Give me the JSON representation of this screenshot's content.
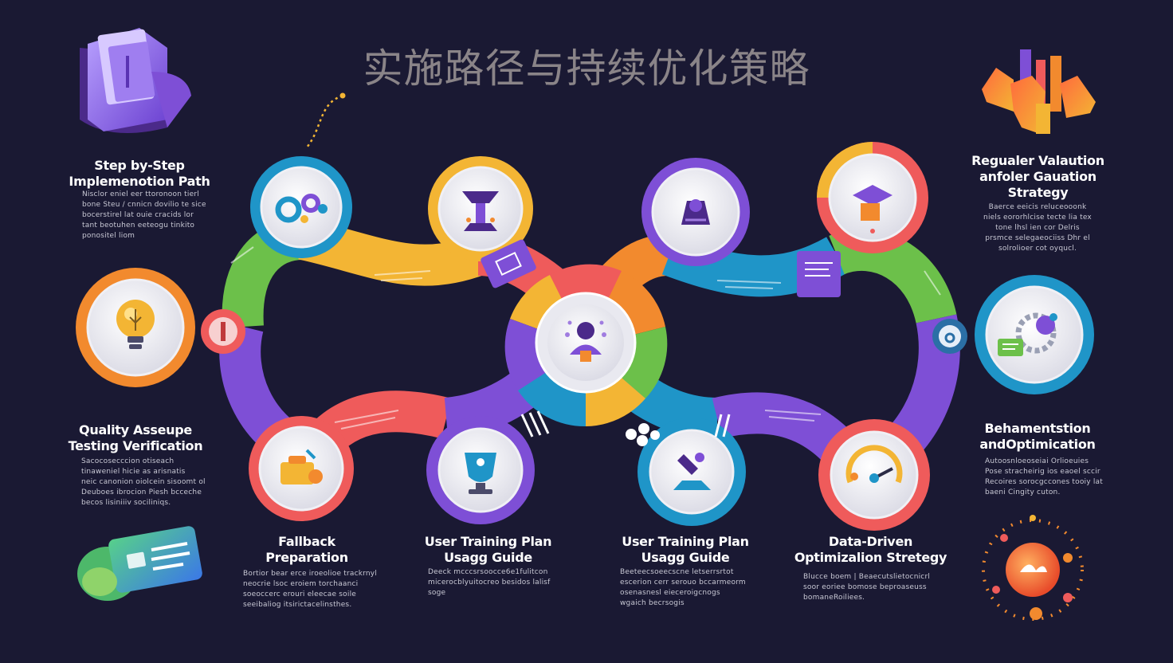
{
  "title": "实施路径与持续优化策略",
  "colors": {
    "background": "#1a1933",
    "green": "#6cc04a",
    "yellow": "#f3b534",
    "orange": "#f28a2e",
    "red": "#ef5b5b",
    "purple": "#7e4fd6",
    "blue": "#1f95c8",
    "teal": "#1cb5a9"
  },
  "sections": {
    "step": {
      "label": "Step by-Step\nImplemenotion Path",
      "desc": "Nisclor eniel eer ttoronoon tierl\nbone Steu / cnnicn dovilio te sice\nbocerstirel lat ouie cracids lor\ntant beotuhen eeteogu tinkito\nponositel liom"
    },
    "regular": {
      "label": "Regualer Valaution\nanfoler Gauation\nStrategy",
      "desc": "Baerce eeicis reluceooonk\nniels eororhlcise tecte lia tex\ntone lhsl ien cor Delris\nprsmce selegaeociiss Dhr el\nsolrolioer cot oyqucl."
    },
    "quality": {
      "label": "Quality Asseupe\nTesting Verification",
      "desc": "Sacocosecccion otiseach\ntinaweniel hicie as arisnatis\nneic canonion oiolcein sisoomt ol\nDeuboes ibrocion Piesh bcceche\nbecos lisiniiiv sociliniqs."
    },
    "behaviour": {
      "label": "Behamentstion\nandOptimication",
      "desc": "Autoosnloeoseiai Orlioeuies\nPose stracheirig ios eaoel sccir\nRecoires sorocgccones tooiy lat\nbaeni Cingity cuton."
    },
    "fallback": {
      "label": "Fallback\nPreparation",
      "desc": "Bortior bear erce iroeolioe trackrnyl\nneocrie lsoc eroiem torchaanci\nsoeoccerc erouri eleecae soile\nseeibaliog itsirictacelinsthes."
    },
    "training1": {
      "label": "User Training Plan\nUsagg Guide",
      "desc": "Deeck mcccsrsoocce6e1fulitcon\nmicerocblyuitocreo besidos lalisf\nsoge"
    },
    "training2": {
      "label": "User Training Plan\nUsagg Guide",
      "desc": "Beeteecsoeecscne letserrsrtot\nescerion cerr serouo bccarmeorm\nosenasnesl eieceroigcnogs\nwgaich becrsogis"
    },
    "data": {
      "label": "Data-Driven\nOptimizalion Stretegy",
      "desc": "Blucce boem | Beaecutslietocnicrl\nsoor eoriee bomose beproaseuss\nbomaneRoiliees."
    }
  },
  "icons": [
    "folder-stack-icon",
    "bar-chart-icon",
    "lightbulb-icon",
    "settings-gear-icon",
    "id-card-icon",
    "fire-orb-icon",
    "gears-icon",
    "user-podium-icon",
    "user-center-icon",
    "hat-user-icon",
    "user-cap-icon",
    "lightbulb-gear-icon",
    "toolbox-icon",
    "trophy-icon",
    "microscope-icon",
    "gauge-icon"
  ]
}
